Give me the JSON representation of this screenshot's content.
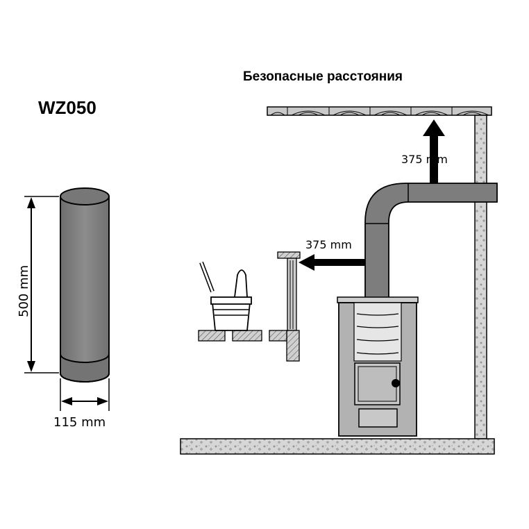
{
  "model": "WZ050",
  "heading": "Безопасные расстояния",
  "pipe": {
    "length_label": "500 mm",
    "diameter_label": "115 mm"
  },
  "clearances": {
    "ceiling_label": "375 mm",
    "wall_label": "375 mm"
  },
  "colors": {
    "pipe": "#8a8a8a",
    "pipe_dark": "#5e5e5e",
    "stove_body": "#b4b4b4",
    "stove_panel": "#d8d8d8",
    "wood": "#c8c8c8",
    "floor": "#d4d4d4",
    "arrow": "#000000"
  }
}
